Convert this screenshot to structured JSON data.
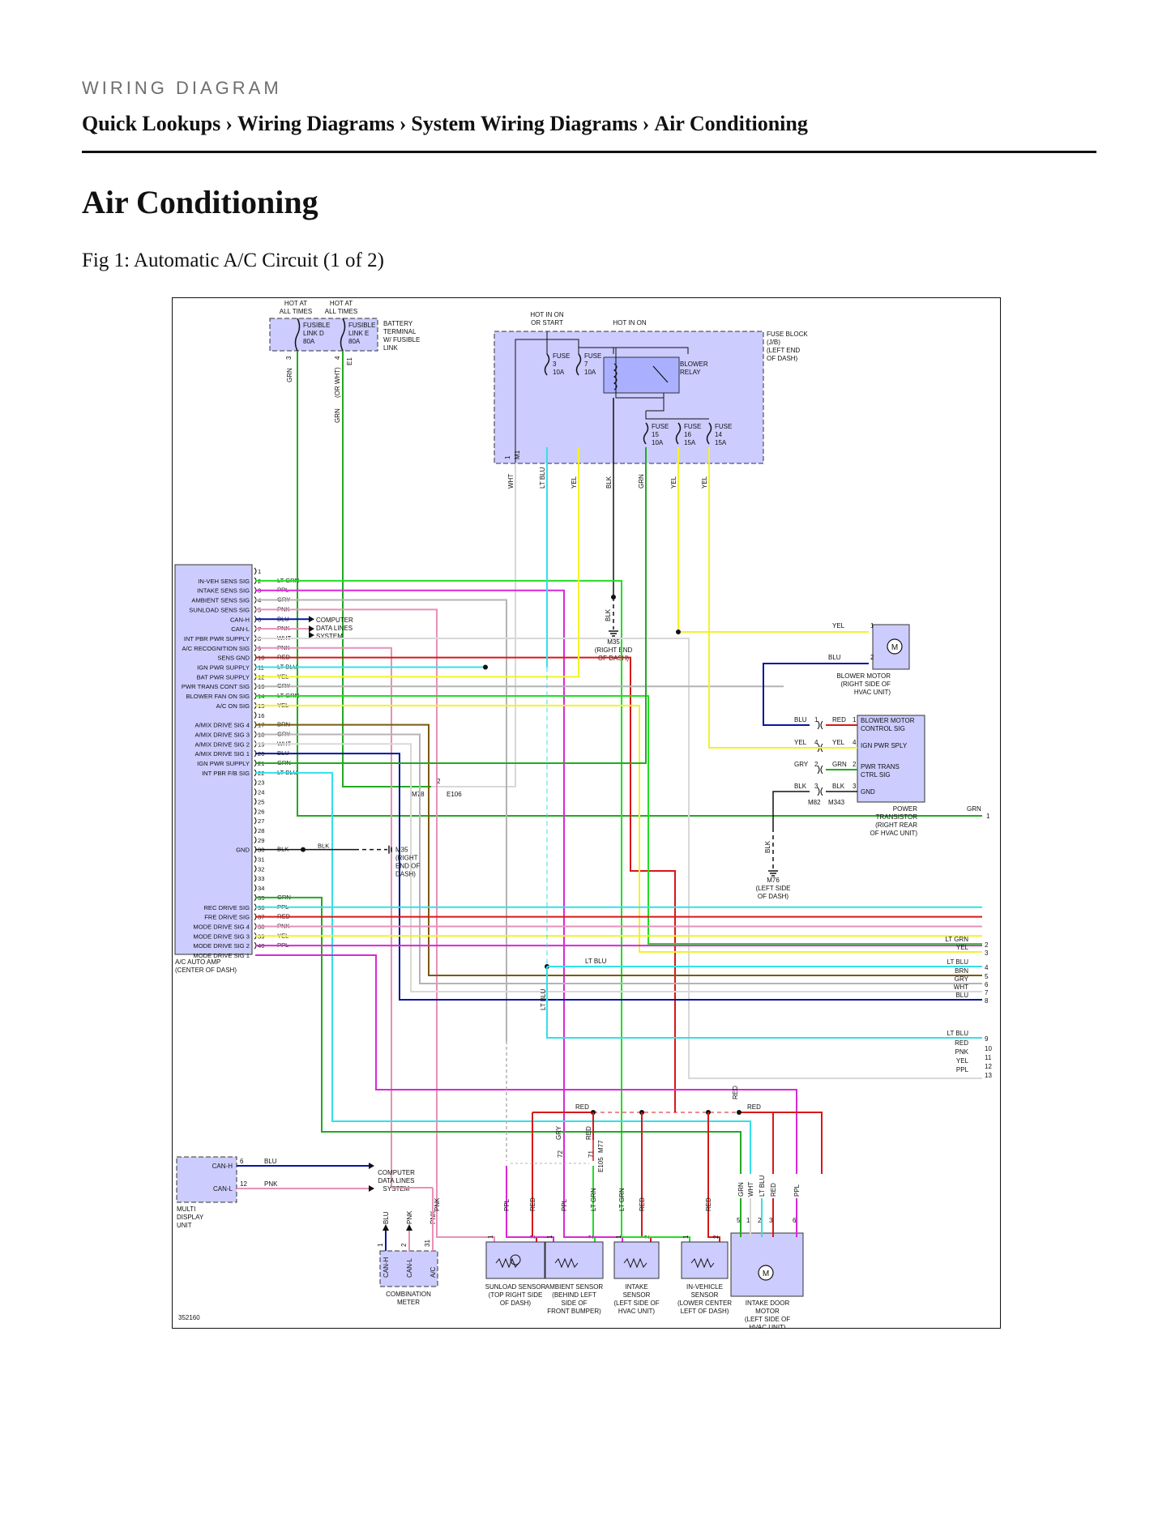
{
  "header": {
    "section_label": "WIRING DIAGRAM",
    "breadcrumb": [
      "Quick Lookups",
      "Wiring Diagrams",
      "System Wiring Diagrams",
      "Air Conditioning"
    ],
    "separator": "›"
  },
  "page_title": "Air Conditioning",
  "figure": {
    "caption": "Fig 1: Automatic A/C Circuit (1 of 2)",
    "diagram_id": "352160",
    "power": {
      "hot_at_all_times_1": [
        "HOT AT",
        "ALL TIMES"
      ],
      "hot_at_all_times_2": [
        "HOT AT",
        "ALL TIMES"
      ],
      "fusible_d": [
        "FUSIBLE",
        "LINK D",
        "80A"
      ],
      "fusible_e": [
        "FUSIBLE",
        "LINK E",
        "80A"
      ],
      "battery_terminal": [
        "BATTERY",
        "TERMINAL",
        "W/ FUSIBLE",
        "LINK"
      ],
      "hot_in_on_or_start": [
        "HOT IN ON",
        "OR START"
      ],
      "hot_in_on": "HOT IN ON",
      "fuse_block": [
        "FUSE BLOCK",
        "(J/B)",
        "(LEFT END",
        "OF DASH)"
      ],
      "blower_relay": [
        "BLOWER",
        "RELAY"
      ],
      "fuse_3": [
        "FUSE",
        "3",
        "10A"
      ],
      "fuse_7": [
        "FUSE",
        "7",
        "10A"
      ],
      "fuse_15": [
        "FUSE",
        "15",
        "10A"
      ],
      "fuse_16": [
        "FUSE",
        "16",
        "15A"
      ],
      "fuse_14": [
        "FUSE",
        "14",
        "15A"
      ],
      "pin_3": "3",
      "pin_4": "4",
      "conn_e1": "E1",
      "conn_m1": "M1",
      "pin_1": "1",
      "pin_2": "2",
      "conn_m78": "M78",
      "conn_e106": "E106",
      "wire_grn": "GRN",
      "wire_or_wht": "(OR WHT)",
      "wire_grn2": "GRN",
      "fuse_outputs": [
        "WHT",
        "LT BLU",
        "YEL",
        "BLK",
        "GRN",
        "YEL",
        "YEL"
      ],
      "grn_right_label": "GRN",
      "grn_right_pin": "1",
      "ground_m35": [
        "M35",
        "(RIGHT END",
        "OF DASH)"
      ],
      "blk_label": "BLK"
    },
    "amp": {
      "name": [
        "A/C AUTO AMP",
        "(CENTER OF DASH)"
      ],
      "pins": [
        {
          "n": "1",
          "sig": "",
          "wire": ""
        },
        {
          "n": "2",
          "sig": "IN-VEH SENS SIG",
          "wire": "LT GRN"
        },
        {
          "n": "3",
          "sig": "INTAKE SENS SIG",
          "wire": "PPL"
        },
        {
          "n": "4",
          "sig": "AMBIENT SENS SIG",
          "wire": "GRY"
        },
        {
          "n": "5",
          "sig": "SUNLOAD SENS SIG",
          "wire": "PNK"
        },
        {
          "n": "6",
          "sig": "CAN-H",
          "wire": "BLU"
        },
        {
          "n": "7",
          "sig": "CAN-L",
          "wire": "PNK"
        },
        {
          "n": "8",
          "sig": "INT PBR PWR SUPPLY",
          "wire": "WHT"
        },
        {
          "n": "9",
          "sig": "A/C RECOGNITION SIG",
          "wire": "PNK"
        },
        {
          "n": "10",
          "sig": "SENS GND",
          "wire": "RED"
        },
        {
          "n": "11",
          "sig": "IGN PWR SUPPLY",
          "wire": "LT BLU"
        },
        {
          "n": "12",
          "sig": "BAT PWR SUPPLY",
          "wire": "YEL"
        },
        {
          "n": "13",
          "sig": "PWR TRANS CONT SIG",
          "wire": "GRY"
        },
        {
          "n": "14",
          "sig": "BLOWER FAN ON SIG",
          "wire": "LT GRN"
        },
        {
          "n": "15",
          "sig": "A/C ON SIG",
          "wire": "YEL"
        },
        {
          "n": "16",
          "sig": "",
          "wire": ""
        },
        {
          "n": "17",
          "sig": "A/MIX DRIVE SIG 4",
          "wire": "BRN"
        },
        {
          "n": "18",
          "sig": "A/MIX DRIVE SIG 3",
          "wire": "GRY"
        },
        {
          "n": "19",
          "sig": "A/MIX DRIVE SIG 2",
          "wire": "WHT"
        },
        {
          "n": "20",
          "sig": "A/MIX DRIVE SIG 1",
          "wire": "BLU"
        },
        {
          "n": "21",
          "sig": "IGN PWR SUPPLY",
          "wire": "GRN"
        },
        {
          "n": "22",
          "sig": "INT PBR F/B SIG",
          "wire": "LT BLU"
        },
        {
          "n": "23",
          "sig": "",
          "wire": ""
        },
        {
          "n": "24",
          "sig": "",
          "wire": ""
        },
        {
          "n": "25",
          "sig": "",
          "wire": ""
        },
        {
          "n": "26",
          "sig": "",
          "wire": ""
        },
        {
          "n": "27",
          "sig": "",
          "wire": ""
        },
        {
          "n": "28",
          "sig": "",
          "wire": ""
        },
        {
          "n": "29",
          "sig": "",
          "wire": ""
        },
        {
          "n": "30",
          "sig": "GND",
          "wire": "BLK"
        },
        {
          "n": "31",
          "sig": "",
          "wire": ""
        },
        {
          "n": "32",
          "sig": "",
          "wire": ""
        },
        {
          "n": "33",
          "sig": "",
          "wire": ""
        },
        {
          "n": "34",
          "sig": "",
          "wire": ""
        },
        {
          "n": "35",
          "sig": "",
          "wire": "GRN"
        },
        {
          "n": "36",
          "sig": "REC DRIVE SIG",
          "wire": "PPL"
        },
        {
          "n": "37",
          "sig": "FRE DRIVE SIG",
          "wire": "RED"
        },
        {
          "n": "38",
          "sig": "MODE DRIVE SIG 4",
          "wire": "PNK"
        },
        {
          "n": "39",
          "sig": "MODE DRIVE SIG 3",
          "wire": "YEL"
        },
        {
          "n": "40",
          "sig": "MODE DRIVE SIG 2",
          "wire": "PPL"
        }
      ],
      "extra_sig_41": "MODE DRIVE SIG 1",
      "computer_data_lines": [
        "COMPUTER",
        "DATA LINES",
        "SYSTEM"
      ],
      "gnd_blk": "BLK",
      "gnd_m35": [
        "M35",
        "(RIGHT",
        "END OF",
        "DASH)"
      ]
    },
    "blower": {
      "motor": [
        "BLOWER MOTOR",
        "(RIGHT SIDE OF",
        "HVAC UNIT)"
      ],
      "yel": "YEL",
      "blu": "BLU",
      "pin1": "1",
      "pin2": "2",
      "transistor_rows": [
        {
          "left": "BLU",
          "lp": "1",
          "right": "RED",
          "rp": "1",
          "sig": "BLOWER MOTOR CONTROL SIG"
        },
        {
          "left": "YEL",
          "lp": "4",
          "right": "YEL",
          "rp": "4",
          "sig": "IGN PWR SPLY"
        },
        {
          "left": "GRY",
          "lp": "2",
          "right": "GRN",
          "rp": "2",
          "sig": "PWR TRANS CTRL SIG"
        },
        {
          "left": "BLK",
          "lp": "3",
          "right": "BLK",
          "rp": "3",
          "sig": "GND"
        }
      ],
      "transistor_sig_line2": [
        "CONTROL SIG",
        "CTRL SIG"
      ],
      "transistor": [
        "POWER",
        "TRANSISTOR",
        "(RIGHT REAR",
        "OF HVAC UNIT)"
      ],
      "conn_m82": "M82",
      "conn_m343": "M343",
      "ground_m76": [
        "M76",
        "(LEFT SIDE",
        "OF DASH)"
      ],
      "blk_label": "BLK"
    },
    "right_outputs": [
      {
        "label": "LT GRN",
        "pin": "2"
      },
      {
        "label": "YEL",
        "pin": "3"
      },
      {
        "label": "LT BLU",
        "pin": "4"
      },
      {
        "label": "BRN",
        "pin": "5"
      },
      {
        "label": "GRY",
        "pin": "6"
      },
      {
        "label": "WHT",
        "pin": "7"
      },
      {
        "label": "BLU",
        "pin": "8"
      },
      {
        "label": "LT BLU",
        "pin": "9"
      },
      {
        "label": "RED",
        "pin": "10"
      },
      {
        "label": "PNK",
        "pin": "11"
      },
      {
        "label": "YEL",
        "pin": "12"
      },
      {
        "label": "PPL",
        "pin": "13"
      }
    ],
    "mid_labels": {
      "lt_blu_top": "LT BLU",
      "lt_blu_vert": "LT BLU",
      "red_horiz1": "RED",
      "red_horiz2": "RED",
      "red_vert": "RED"
    },
    "mdu": {
      "name": [
        "MULTI",
        "DISPLAY",
        "UNIT"
      ],
      "can_h": "CAN-H",
      "can_l": "CAN-L",
      "pin_h": "6",
      "pin_l": "12",
      "wire_h": "BLU",
      "wire_l": "PNK",
      "computer_data_lines": [
        "COMPUTER",
        "DATA LINES",
        "SYSTEM"
      ]
    },
    "meter": {
      "name": [
        "COMBINATION",
        "METER"
      ],
      "pins": [
        "1",
        "2",
        "31"
      ],
      "sigs": [
        "CAN-H",
        "CAN-L",
        "A/C"
      ],
      "wires": [
        "BLU",
        "PNK",
        "PNK"
      ]
    },
    "sensors": [
      {
        "name": [
          "SUNLOAD SENSOR",
          "(TOP RIGHT SIDE",
          "OF DASH)"
        ],
        "wires": [
          "PNK",
          "RED"
        ],
        "pins": [
          "1",
          "2"
        ]
      },
      {
        "name": [
          "AMBIENT SENSOR",
          "(BEHIND LEFT",
          "SIDE OF",
          "FRONT BUMPER)"
        ],
        "wires": [
          "PPL",
          "LT GRN"
        ],
        "pins": [
          "1",
          "2"
        ]
      },
      {
        "name": [
          "INTAKE",
          "SENSOR",
          "(LEFT SIDE OF",
          "HVAC UNIT)"
        ],
        "wires": [
          "PPL",
          "RED"
        ],
        "pins": [
          "1",
          "2"
        ]
      },
      {
        "name": [
          "IN-VEHICLE",
          "SENSOR",
          "(LOWER CENTER",
          "LEFT OF DASH)"
        ],
        "wires": [
          "LT GRN",
          "RED"
        ],
        "pins": [
          "1",
          "2"
        ]
      }
    ],
    "ambient_splice": {
      "pins": [
        "72",
        "71"
      ],
      "wires": [
        "GRY",
        "RED"
      ],
      "conns": [
        "E105",
        "M77"
      ]
    },
    "intake_door": {
      "name": [
        "INTAKE DOOR",
        "MOTOR",
        "(LEFT SIDE OF",
        "HVAC UNIT)"
      ],
      "wires": [
        "GRN",
        "WHT",
        "LT BLU",
        "RED",
        "PPL"
      ],
      "pins": [
        "5",
        "1",
        "2",
        "3",
        "6"
      ]
    }
  },
  "colors": {
    "grn": "#22aa22",
    "lt_grn": "#22dd22",
    "lt_blu": "#33e0e8",
    "yel": "#f2f22a",
    "blu": "#0a14a0",
    "red": "#d81818",
    "ppl": "#d828d8",
    "pnk": "#e890b8",
    "gry": "#b4b4b4",
    "wht": "#d8d8d8",
    "brn": "#7a5a10",
    "blk": "#111111",
    "component_fill": "#ccccff"
  }
}
